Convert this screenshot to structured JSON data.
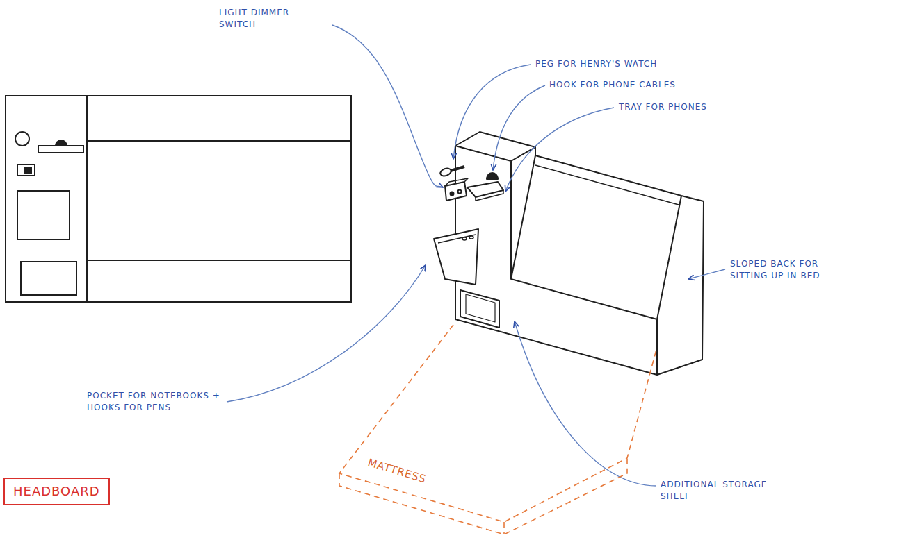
{
  "diagram": {
    "nodes": [
      {
        "text": [
          "HEADBOARD"
        ]
      },
      {
        "text": [
          "MATTRESS"
        ]
      }
    ],
    "labels": [
      "LIGHT DIMMER SWITCH",
      "PEG FOR HENRY'S WATCH",
      "HOOK FOR PHONE CABLES",
      "TRAY FOR PHONES",
      "SLOPED BACK FOR SITTING UP IN BED",
      "POCKET FOR NOTEBOOKS + HOOKS FOR PENS",
      "ADDITIONAL STORAGE SHELF"
    ]
  }
}
